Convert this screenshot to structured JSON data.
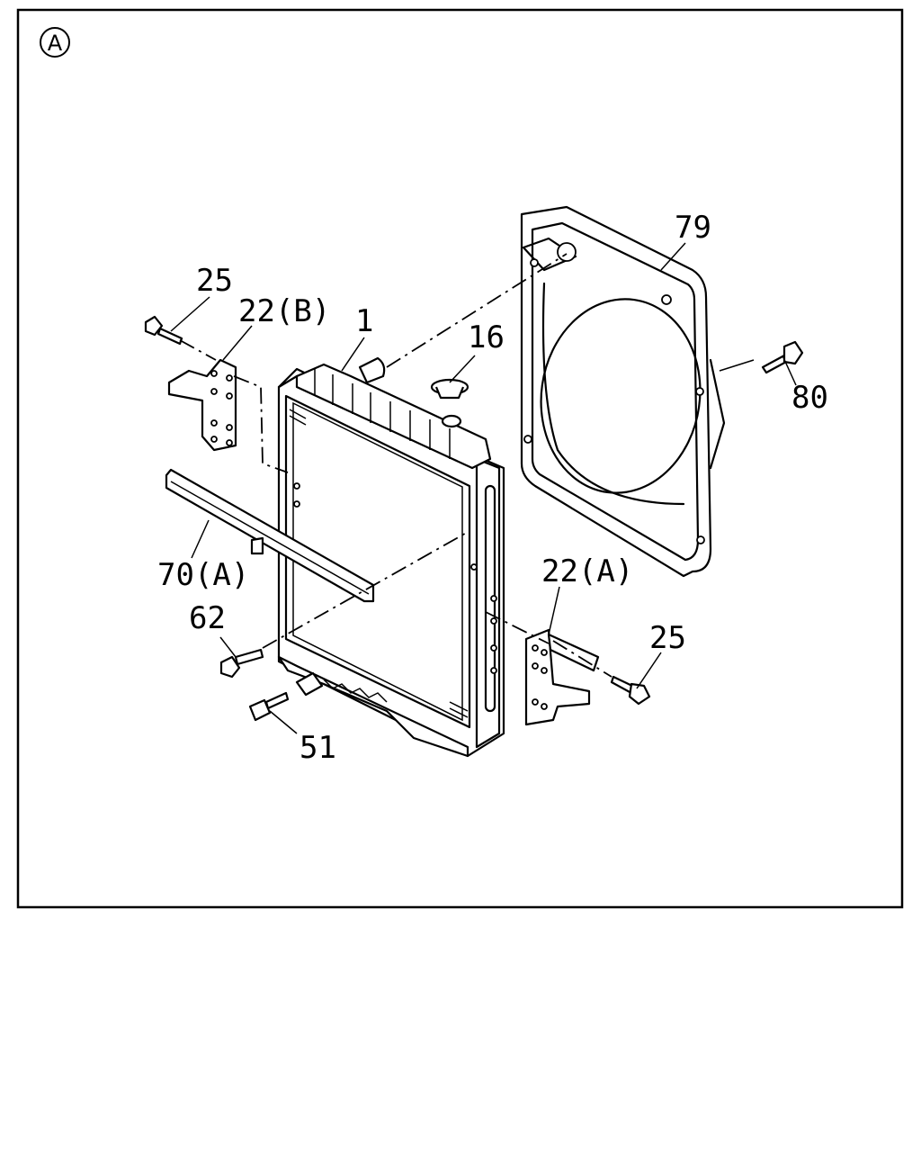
{
  "section_marker": "A",
  "callouts": {
    "c1": "1",
    "c16": "16",
    "c22a": "22(A)",
    "c22b": "22(B)",
    "c25_left": "25",
    "c25_right": "25",
    "c51": "51",
    "c62": "62",
    "c70a": "70(A)",
    "c79": "79",
    "c80": "80"
  }
}
